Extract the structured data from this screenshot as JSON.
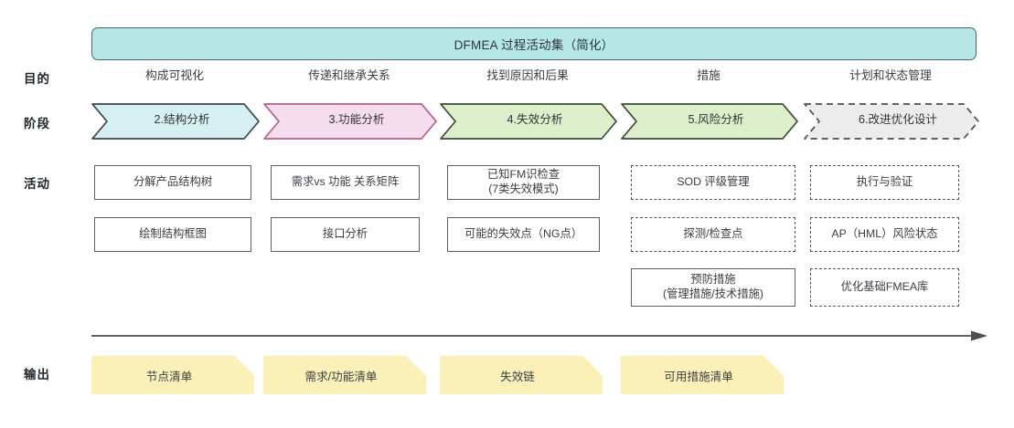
{
  "title": "DFMEA 过程活动集（简化）",
  "row_labels": {
    "purpose": "目的",
    "stage": "阶段",
    "activity": "活动",
    "output": "输出"
  },
  "colors": {
    "title_fill": "#b5e7e7",
    "title_border": "#4f6470",
    "stage_structure": "#d6eff0",
    "stage_function": "#f6dded",
    "stage_failure": "#ddeecb",
    "stage_risk": "#ddeecb",
    "stage_optimize": "#ececec",
    "output_fill": "#fbf0b8",
    "output_fold": "#e8d68a",
    "box_border": "#5a6067",
    "text": "#3a3f44"
  },
  "columns": [
    {
      "purpose": "构成可视化",
      "stage": "2.结构分析",
      "stage_fill": "#d6eff0",
      "stage_border": "#3a4550",
      "stage_dashed": false,
      "activities": [
        {
          "label": "分解产品结构树",
          "dashed": false
        },
        {
          "label": "绘制结构框图",
          "dashed": false
        }
      ],
      "output": "节点清单"
    },
    {
      "purpose": "传递和继承关系",
      "stage": "3.功能分析",
      "stage_fill": "#f6dded",
      "stage_border": "#b0618f",
      "stage_dashed": false,
      "activities": [
        {
          "label": "需求vs 功能 关系矩阵",
          "dashed": false
        },
        {
          "label": "接口分析",
          "dashed": false
        }
      ],
      "output": "需求/功能清单"
    },
    {
      "purpose": "找到原因和后果",
      "stage": "4.失效分析",
      "stage_fill": "#ddeecb",
      "stage_border": "#3f4a34",
      "stage_dashed": false,
      "activities": [
        {
          "label": "已知FM识检查\n(7类失效模式)",
          "dashed": false
        },
        {
          "label": "可能的失效点（NG点）",
          "dashed": false
        }
      ],
      "output": "失效链"
    },
    {
      "purpose": "措施",
      "stage": "5.风险分析",
      "stage_fill": "#ddeecb",
      "stage_border": "#3f4a34",
      "stage_dashed": false,
      "activities": [
        {
          "label": "SOD 评级管理",
          "dashed": true
        },
        {
          "label": "探测/检查点",
          "dashed": true
        },
        {
          "label": "预防措施\n(管理措施/技术措施)",
          "dashed": false
        }
      ],
      "output": "可用措施清单"
    },
    {
      "purpose": "计划和状态管理",
      "stage": "6.改进优化设计",
      "stage_fill": "#ececec",
      "stage_border": "#4a4f55",
      "stage_dashed": true,
      "activities": [
        {
          "label": "执行与验证",
          "dashed": true
        },
        {
          "label": "AP（HML）风险状态",
          "dashed": true
        },
        {
          "label": "优化基础FMEA库",
          "dashed": true
        }
      ],
      "output": ""
    }
  ]
}
